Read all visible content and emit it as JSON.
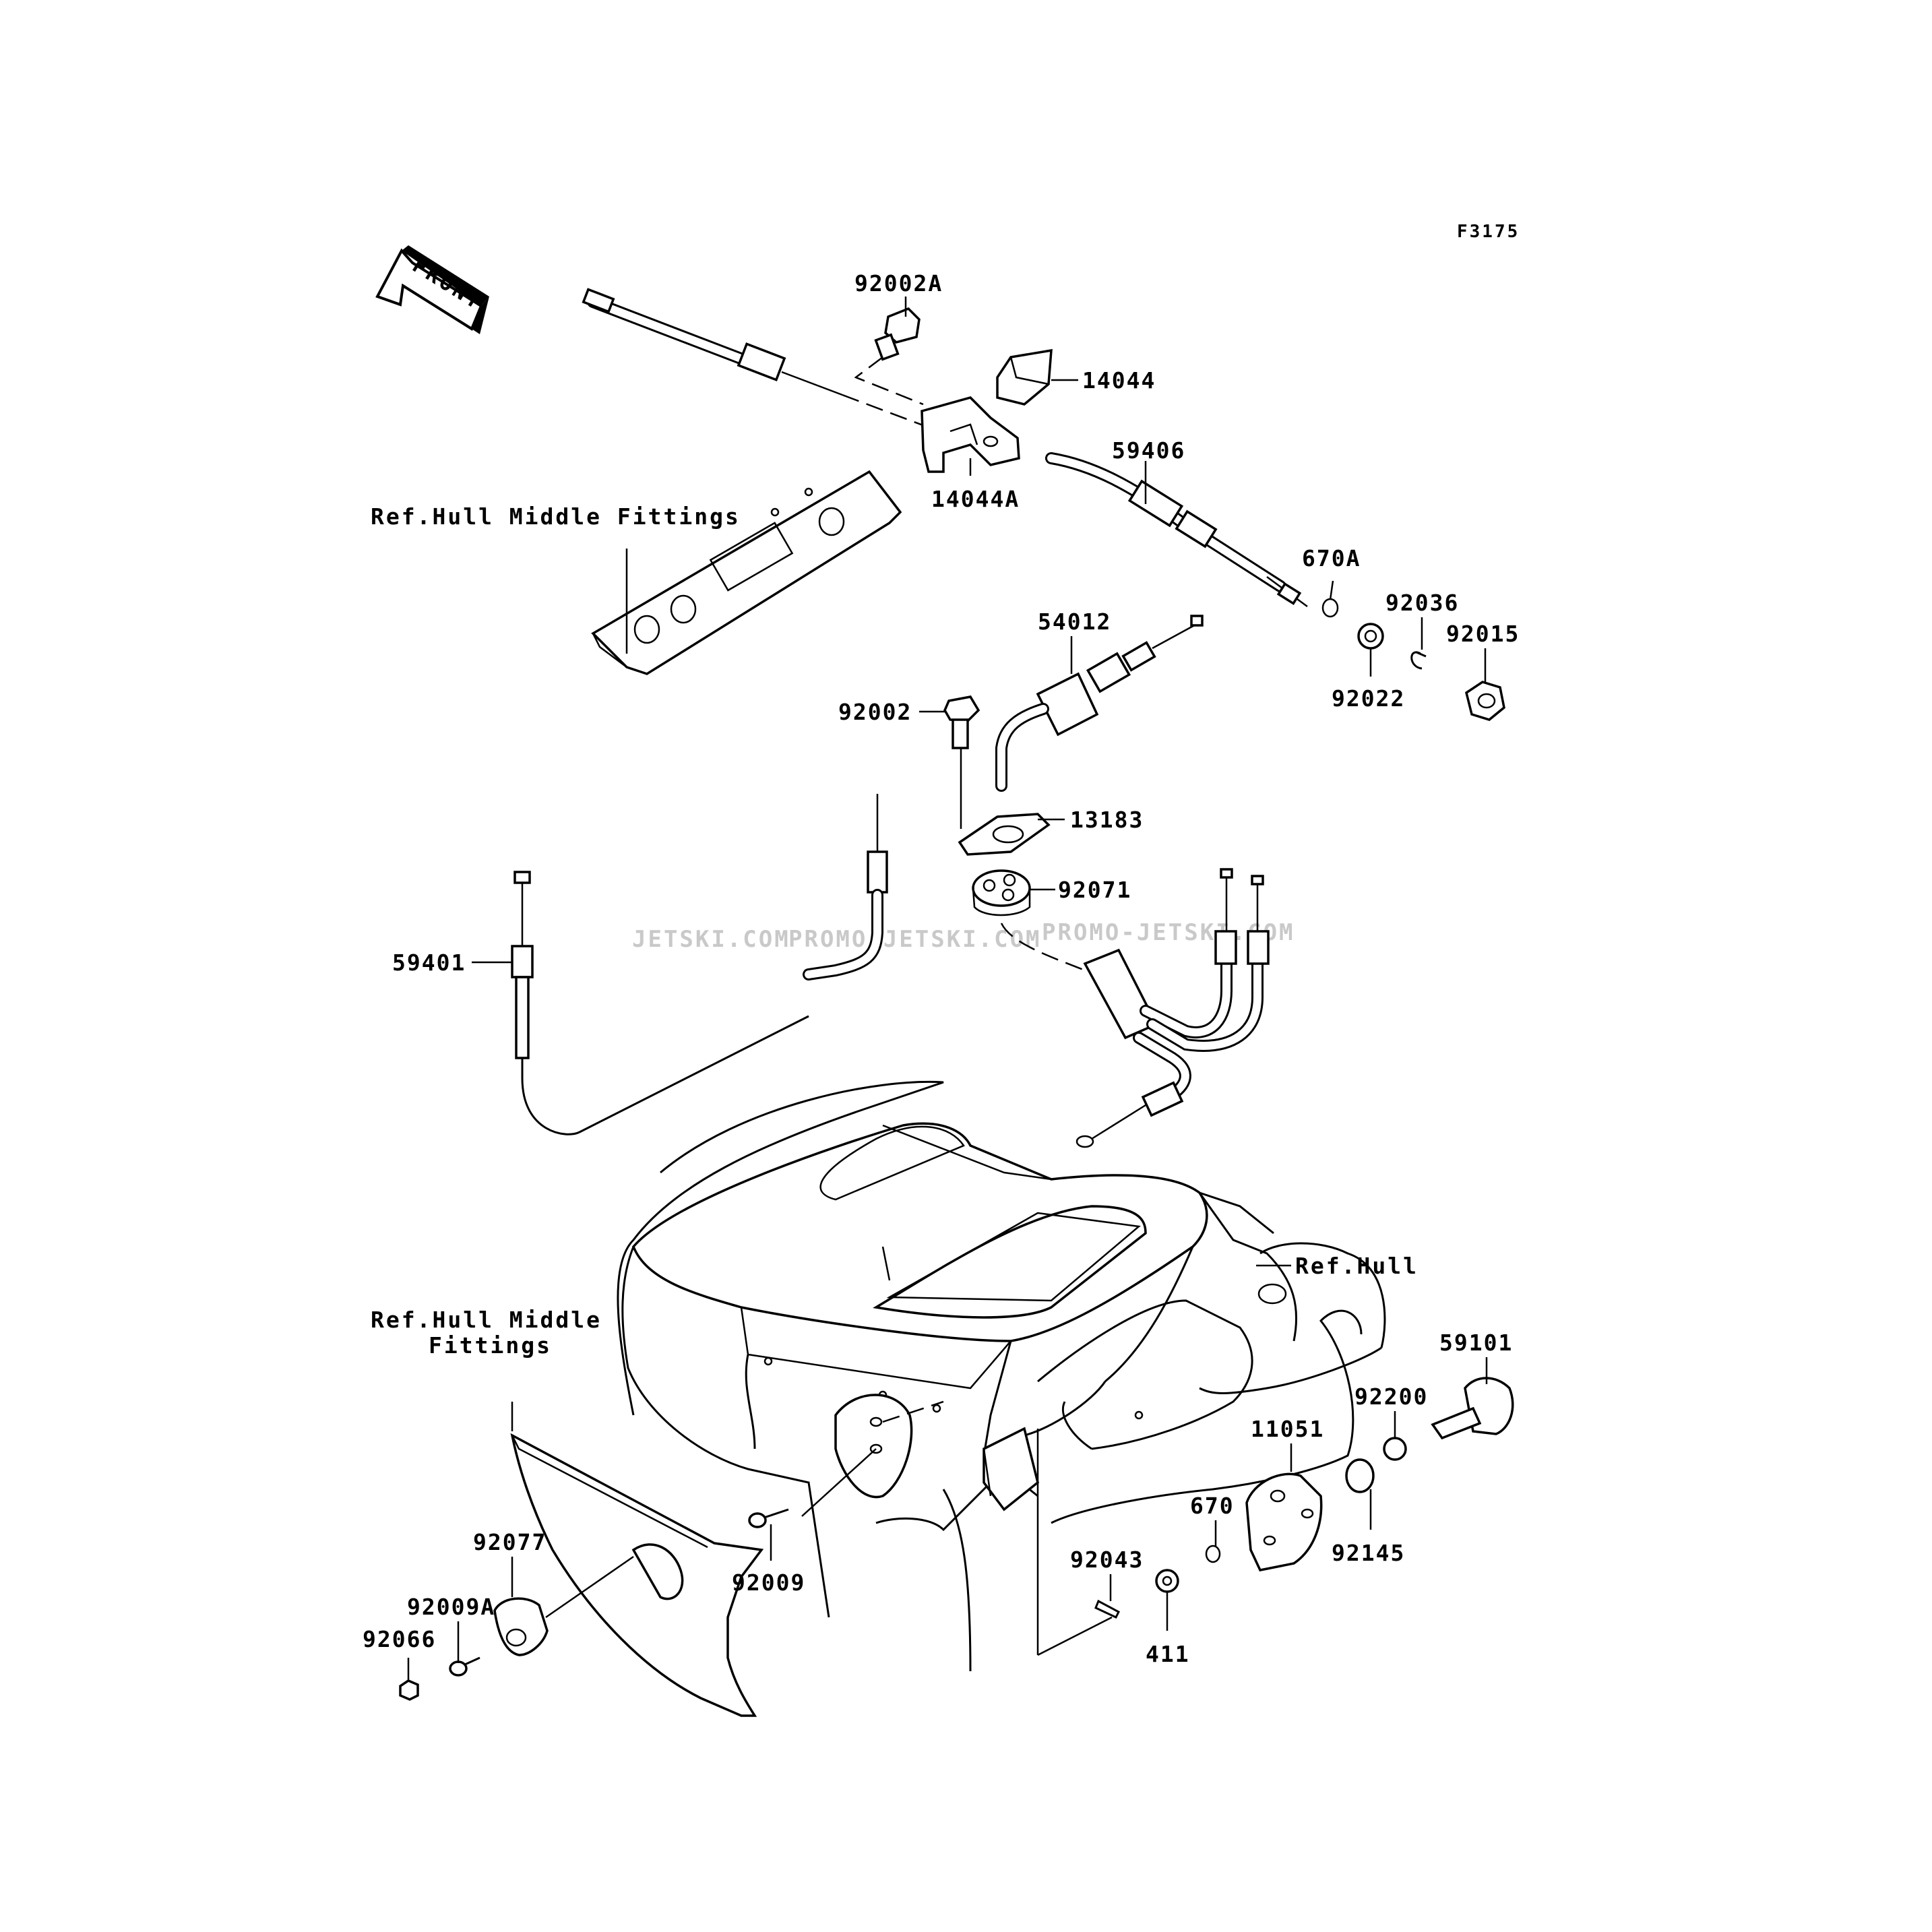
{
  "figure_code": "F3175",
  "front_label": "FRONT",
  "watermarks": [
    "JETSKI.COM",
    "PROMO-JETSKI.COM",
    "PROMO-JETSKI.COM"
  ],
  "references": {
    "hull_middle_fittings_top": "Ref.Hull Middle Fittings",
    "hull": "Ref.Hull",
    "hull_middle_fittings_bottom_line1": "Ref.Hull Middle",
    "hull_middle_fittings_bottom_line2": "Fittings"
  },
  "part_labels": {
    "p92002A": "92002A",
    "p14044": "14044",
    "p14044A": "14044A",
    "p59406": "59406",
    "p670A": "670A",
    "p92036": "92036",
    "p92015": "92015",
    "p92022": "92022",
    "p54012": "54012",
    "p92002": "92002",
    "p13183": "13183",
    "p92071": "92071",
    "p59401": "59401",
    "p59101": "59101",
    "p92200": "92200",
    "p11051": "11051",
    "p670": "670",
    "p92145": "92145",
    "p92043": "92043",
    "p411": "411",
    "p92077": "92077",
    "p92009A": "92009A",
    "p92066": "92066",
    "p92009": "92009"
  }
}
